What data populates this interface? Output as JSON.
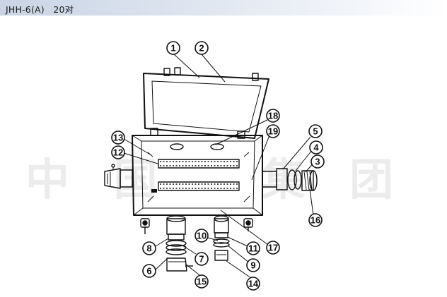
{
  "header": {
    "title": "JHH-6(A)   20对"
  },
  "watermark": {
    "text": "中国  集团"
  },
  "callouts": [
    "1",
    "2",
    "3",
    "4",
    "5",
    "6",
    "7",
    "8",
    "9",
    "10",
    "11",
    "12",
    "13",
    "14",
    "15",
    "16",
    "17",
    "18",
    "19"
  ],
  "colors": {
    "line": "#111111",
    "header_start": "#c9d4e4",
    "watermark": "#ececec"
  }
}
